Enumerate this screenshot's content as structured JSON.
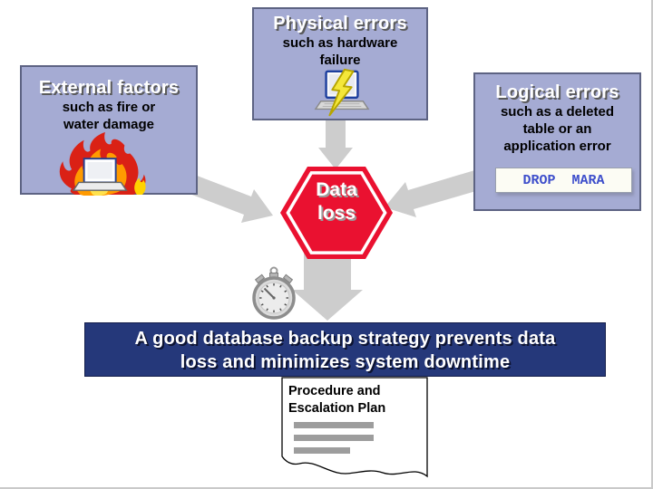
{
  "colors": {
    "box_fill": "#a5abd3",
    "box_border": "#5d6383",
    "banner_fill": "#25387a",
    "banner_border": "#141e4a",
    "hex_red": "#ea1130",
    "arrow_gray": "#cdcdcd",
    "code_blue": "#3d4ecb",
    "doc_bar_gray": "#9d9d9d"
  },
  "boxes": {
    "external": {
      "title": "External factors",
      "lines": [
        "such as fire or",
        "water damage"
      ],
      "icon": "fire-laptop-icon"
    },
    "physical": {
      "title": "Physical errors",
      "lines": [
        "such as hardware",
        "failure"
      ],
      "icon": "laptop-lightning-icon"
    },
    "logical": {
      "title": "Logical errors",
      "lines": [
        "such as a deleted",
        "table or an",
        "application error"
      ],
      "code": "DROP  MARA"
    }
  },
  "hexagon": {
    "lines": [
      "Data",
      "loss"
    ]
  },
  "banner": {
    "lines": [
      "A good database backup strategy prevents data",
      "loss and minimizes system downtime"
    ]
  },
  "document": {
    "title_lines": [
      "Procedure and",
      "Escalation Plan"
    ]
  },
  "icons": {
    "center_timer": "stopwatch-icon"
  }
}
